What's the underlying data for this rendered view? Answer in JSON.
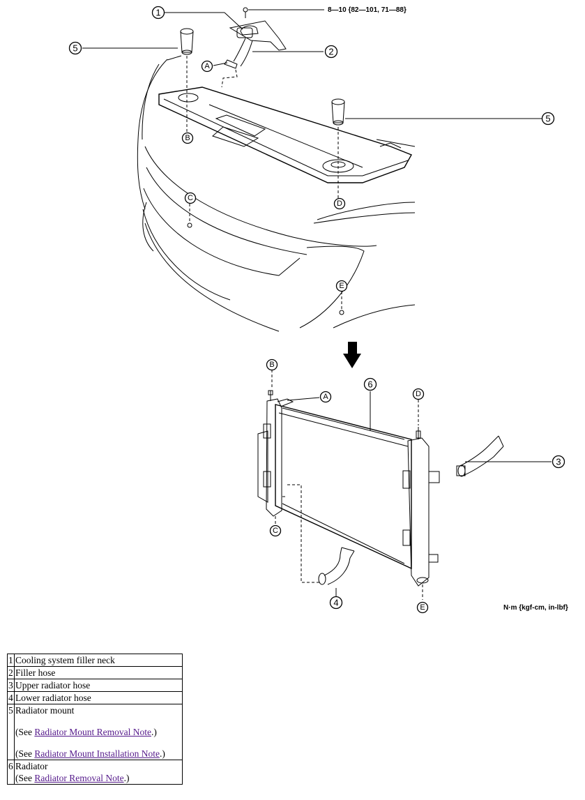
{
  "figure": {
    "torque_spec": "8—10 {82—101, 71—88}",
    "units_note": "N·m {kgf-cm, in-lbf}",
    "callouts": [
      "1",
      "2",
      "3",
      "4",
      "5",
      "5",
      "6"
    ],
    "letters": [
      "A",
      "B",
      "C",
      "D",
      "E",
      "A",
      "B",
      "C",
      "D",
      "E"
    ]
  },
  "legend": {
    "rows": [
      {
        "num": "1",
        "desc": "Cooling system filler neck"
      },
      {
        "num": "2",
        "desc": "Filler hose"
      },
      {
        "num": "3",
        "desc": "Upper radiator hose"
      },
      {
        "num": "4",
        "desc": "Lower radiator hose"
      },
      {
        "num": "5",
        "desc": "Radiator mount",
        "note1_pre": "(See ",
        "note1_link": "Radiator Mount Removal Note",
        "note1_post": ".)",
        "note2_pre": "(See ",
        "note2_link": "Radiator Mount Installation Note",
        "note2_post": ".)"
      },
      {
        "num": "6",
        "desc": "Radiator",
        "note1_pre": "(See ",
        "note1_link": "Radiator Removal Note",
        "note1_post": ".)"
      }
    ]
  }
}
